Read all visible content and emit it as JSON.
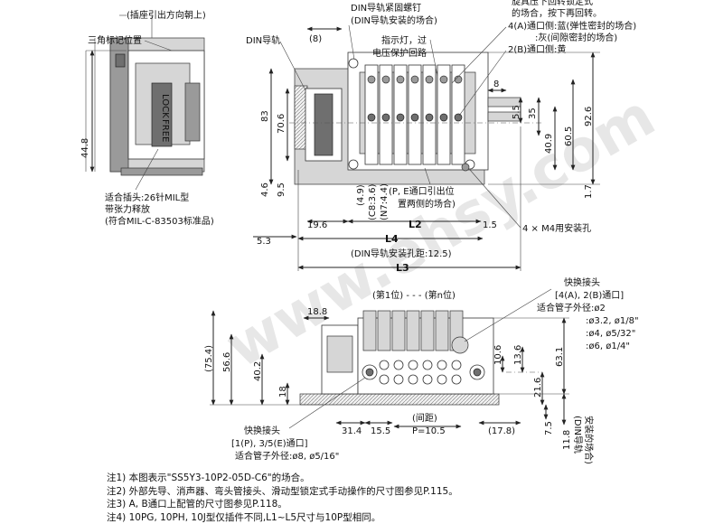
{
  "watermark": "www.ehsy.com",
  "top_view": {
    "labels": {
      "connector_direction": "(插座引出方向朝上)",
      "triangle_mark": "三角标记位置",
      "din_rail": "DIN导轨",
      "din_screw_1": "DIN导轨紧固螺钉",
      "din_screw_2": "(DIN导轨安装的场合)",
      "indicator_1": "指示灯，过",
      "indicator_2": "电压保护回路",
      "rotate_1": "旋具压下回转锁定式",
      "rotate_2": "的场合，按下再回转。",
      "port4a_1": "4(A)通口侧:蓝(弹性密封的场合)",
      "port4a_2": ":灰(间隙密封的场合)",
      "port2b": "2(B)通口侧:黄",
      "plug_1": "适合插头:26针MIL型",
      "plug_2": "带张力释放",
      "plug_3": "(符合MIL-C-83503标准品)",
      "pe_port_1": "(P, E通口引出位",
      "pe_port_2": "置两侧的场合)",
      "mount_hole": "4 × M4用安装孔",
      "din_pitch": "(DIN导轨安装孔距:12.5)",
      "lock": "LOCK",
      "free": "FREE"
    },
    "dims": {
      "d8_left": "(8)",
      "d8_right": "8",
      "d83": "83",
      "d70_6": "70.6",
      "d44_8": "44.8",
      "d4_6": "4.6",
      "d9_5": "9.5",
      "d4_9": "(4.9)",
      "c8": "(C8:3.6)",
      "n7": "(N7:4.4)",
      "d19_6": "19.6",
      "L2": "L2",
      "d1_5": "1.5",
      "d5_3": "5.3",
      "L4": "L4",
      "L3": "L3",
      "d5_5": "5.5",
      "d35": "35",
      "d40_9": "40.9",
      "d60_5": "60.5",
      "d92_6": "92.6",
      "d1_7": "1.7"
    }
  },
  "front_view": {
    "labels": {
      "station": "(第1位) - - - (第n位)",
      "quick_fitting_top": "快换接头",
      "port4a2b": "[4(A), 2(B)通口]",
      "tube_od_title": "适合管子外径:ø2",
      "tube_od_1": ":ø3.2, ø1/8\"",
      "tube_od_2": ":ø4, ø5/32\"",
      "tube_od_3": ":ø6, ø1/4\"",
      "quick_fitting_bottom": "快换接头",
      "port1p": "[1(P), 3/5(E)通口]",
      "tube_od_bottom": "适合管子外径:ø8, ø5/16\"",
      "pitch": "(间距)",
      "din_rail_vertical_1": "(DIN导轨",
      "din_rail_vertical_2": "安装的场合)"
    },
    "dims": {
      "d18_8": "18.8",
      "d75_4": "(75.4)",
      "d56_6": "56.6",
      "d40_2": "40.2",
      "d18": "18",
      "d31_4": "31.4",
      "d15_5": "15.5",
      "pitch_val": "P=10.5",
      "d17_8": "(17.8)",
      "d10_6": "10.6",
      "d13_6": "13.6",
      "d21_6": "21.6",
      "d63_1": "63.1",
      "d7_5": "7.5",
      "d11_8": "11.8"
    }
  },
  "notes": [
    "注1) 本图表示\"SS5Y3-10P2-05D-C6\"的场合。",
    "注2) 外部先导、消声器、弯头管接头、滑动型锁定式手动操作的尺寸图参见P.115。",
    "注3) A, B通口上配管的尺寸图参见P.118。",
    "注4) 10PG, 10PH, 10J型仅插件不同,L1~L5尺寸与10P型相同。"
  ]
}
